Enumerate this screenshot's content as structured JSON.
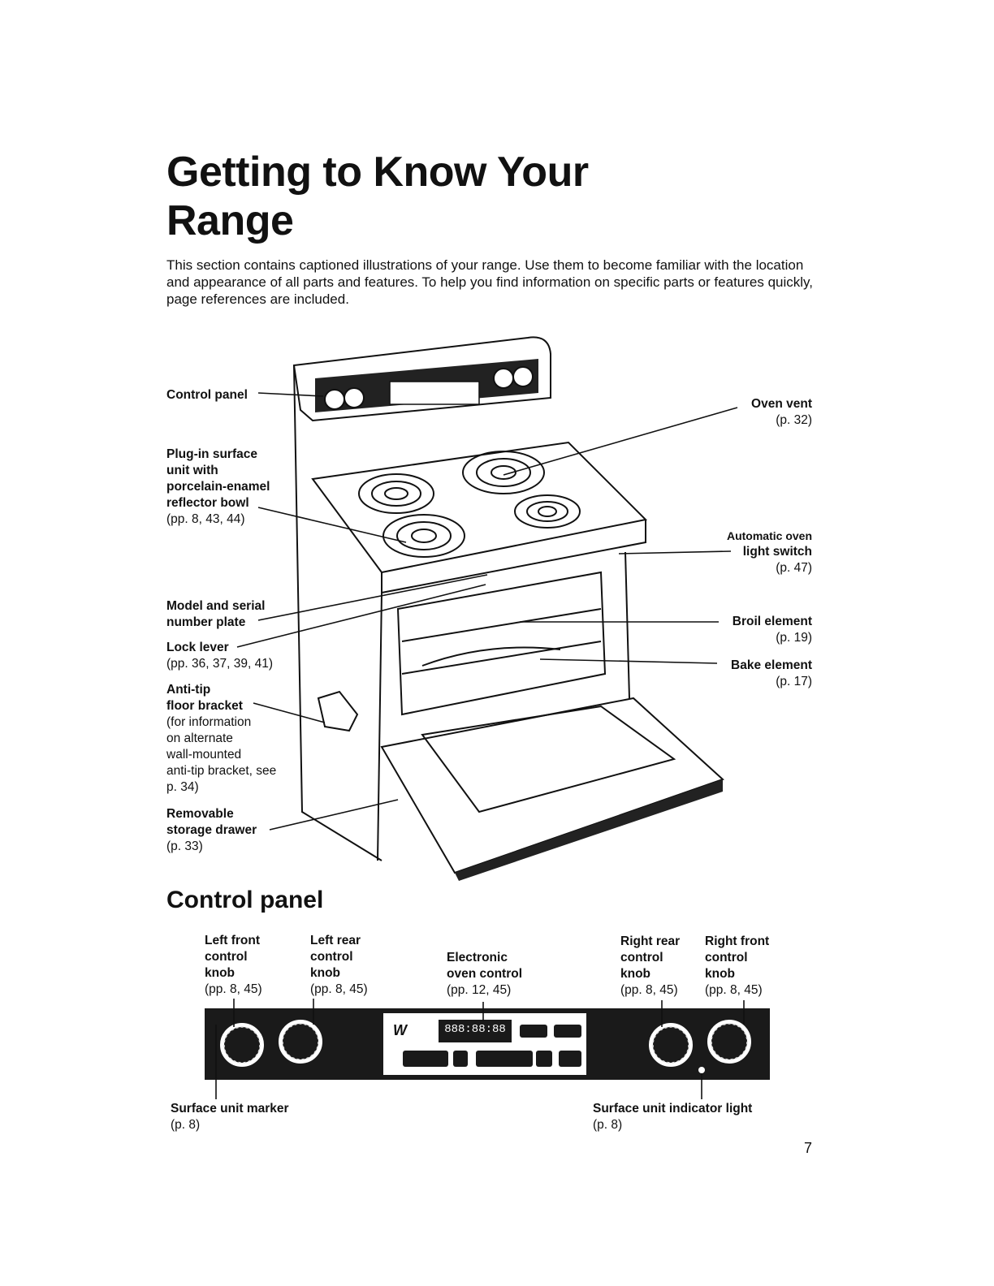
{
  "page": {
    "title_line1": "Getting to Know Your",
    "title_line2": "Range",
    "intro": "This section contains captioned illustrations of your range. Use them to become familiar with the location and appearance of all parts and features. To help you find information on specific parts or features quickly, page references are included.",
    "page_number": "7"
  },
  "range_callouts": {
    "control_panel": "Control panel",
    "plugin_line1": "Plug-in surface",
    "plugin_line2": "unit with",
    "plugin_line3": "porcelain-enamel",
    "plugin_line4": "reflector bowl",
    "plugin_ref": "(pp. 8, 43, 44)",
    "model_line1": "Model and serial",
    "model_line2": "number plate",
    "lock_label": "Lock lever",
    "lock_ref": "(pp. 36, 37, 39, 41)",
    "antitip_line1": "Anti-tip",
    "antitip_line2": "floor bracket",
    "antitip_note1": "(for information",
    "antitip_note2": "on alternate",
    "antitip_note3": "wall-mounted",
    "antitip_note4": "anti-tip bracket, see",
    "antitip_note5": "p. 34)",
    "drawer_line1": "Removable",
    "drawer_line2": "storage drawer",
    "drawer_ref": "(p. 33)",
    "oven_vent": "Oven vent",
    "oven_vent_ref": "(p. 32)",
    "light_line1": "Automatic oven",
    "light_line2": "light switch",
    "light_ref": "(p. 47)",
    "broil": "Broil element",
    "broil_ref": "(p. 19)",
    "bake": "Bake element",
    "bake_ref": "(p. 17)"
  },
  "control_panel": {
    "heading": "Control panel",
    "left_front": [
      "Left front",
      "control",
      "knob",
      "(pp. 8, 45)"
    ],
    "left_rear": [
      "Left rear",
      "control",
      "knob",
      "(pp. 8, 45)"
    ],
    "electronic": [
      "Electronic",
      "oven control",
      "(pp. 12, 45)"
    ],
    "right_rear": [
      "Right rear",
      "control",
      "knob",
      "(pp. 8, 45)"
    ],
    "right_front": [
      "Right front",
      "control",
      "knob",
      "(pp. 8, 45)"
    ],
    "marker": "Surface unit marker",
    "marker_ref": "(p. 8)",
    "indicator": "Surface unit indicator light",
    "indicator_ref": "(p. 8)",
    "display": "888:88:88"
  }
}
